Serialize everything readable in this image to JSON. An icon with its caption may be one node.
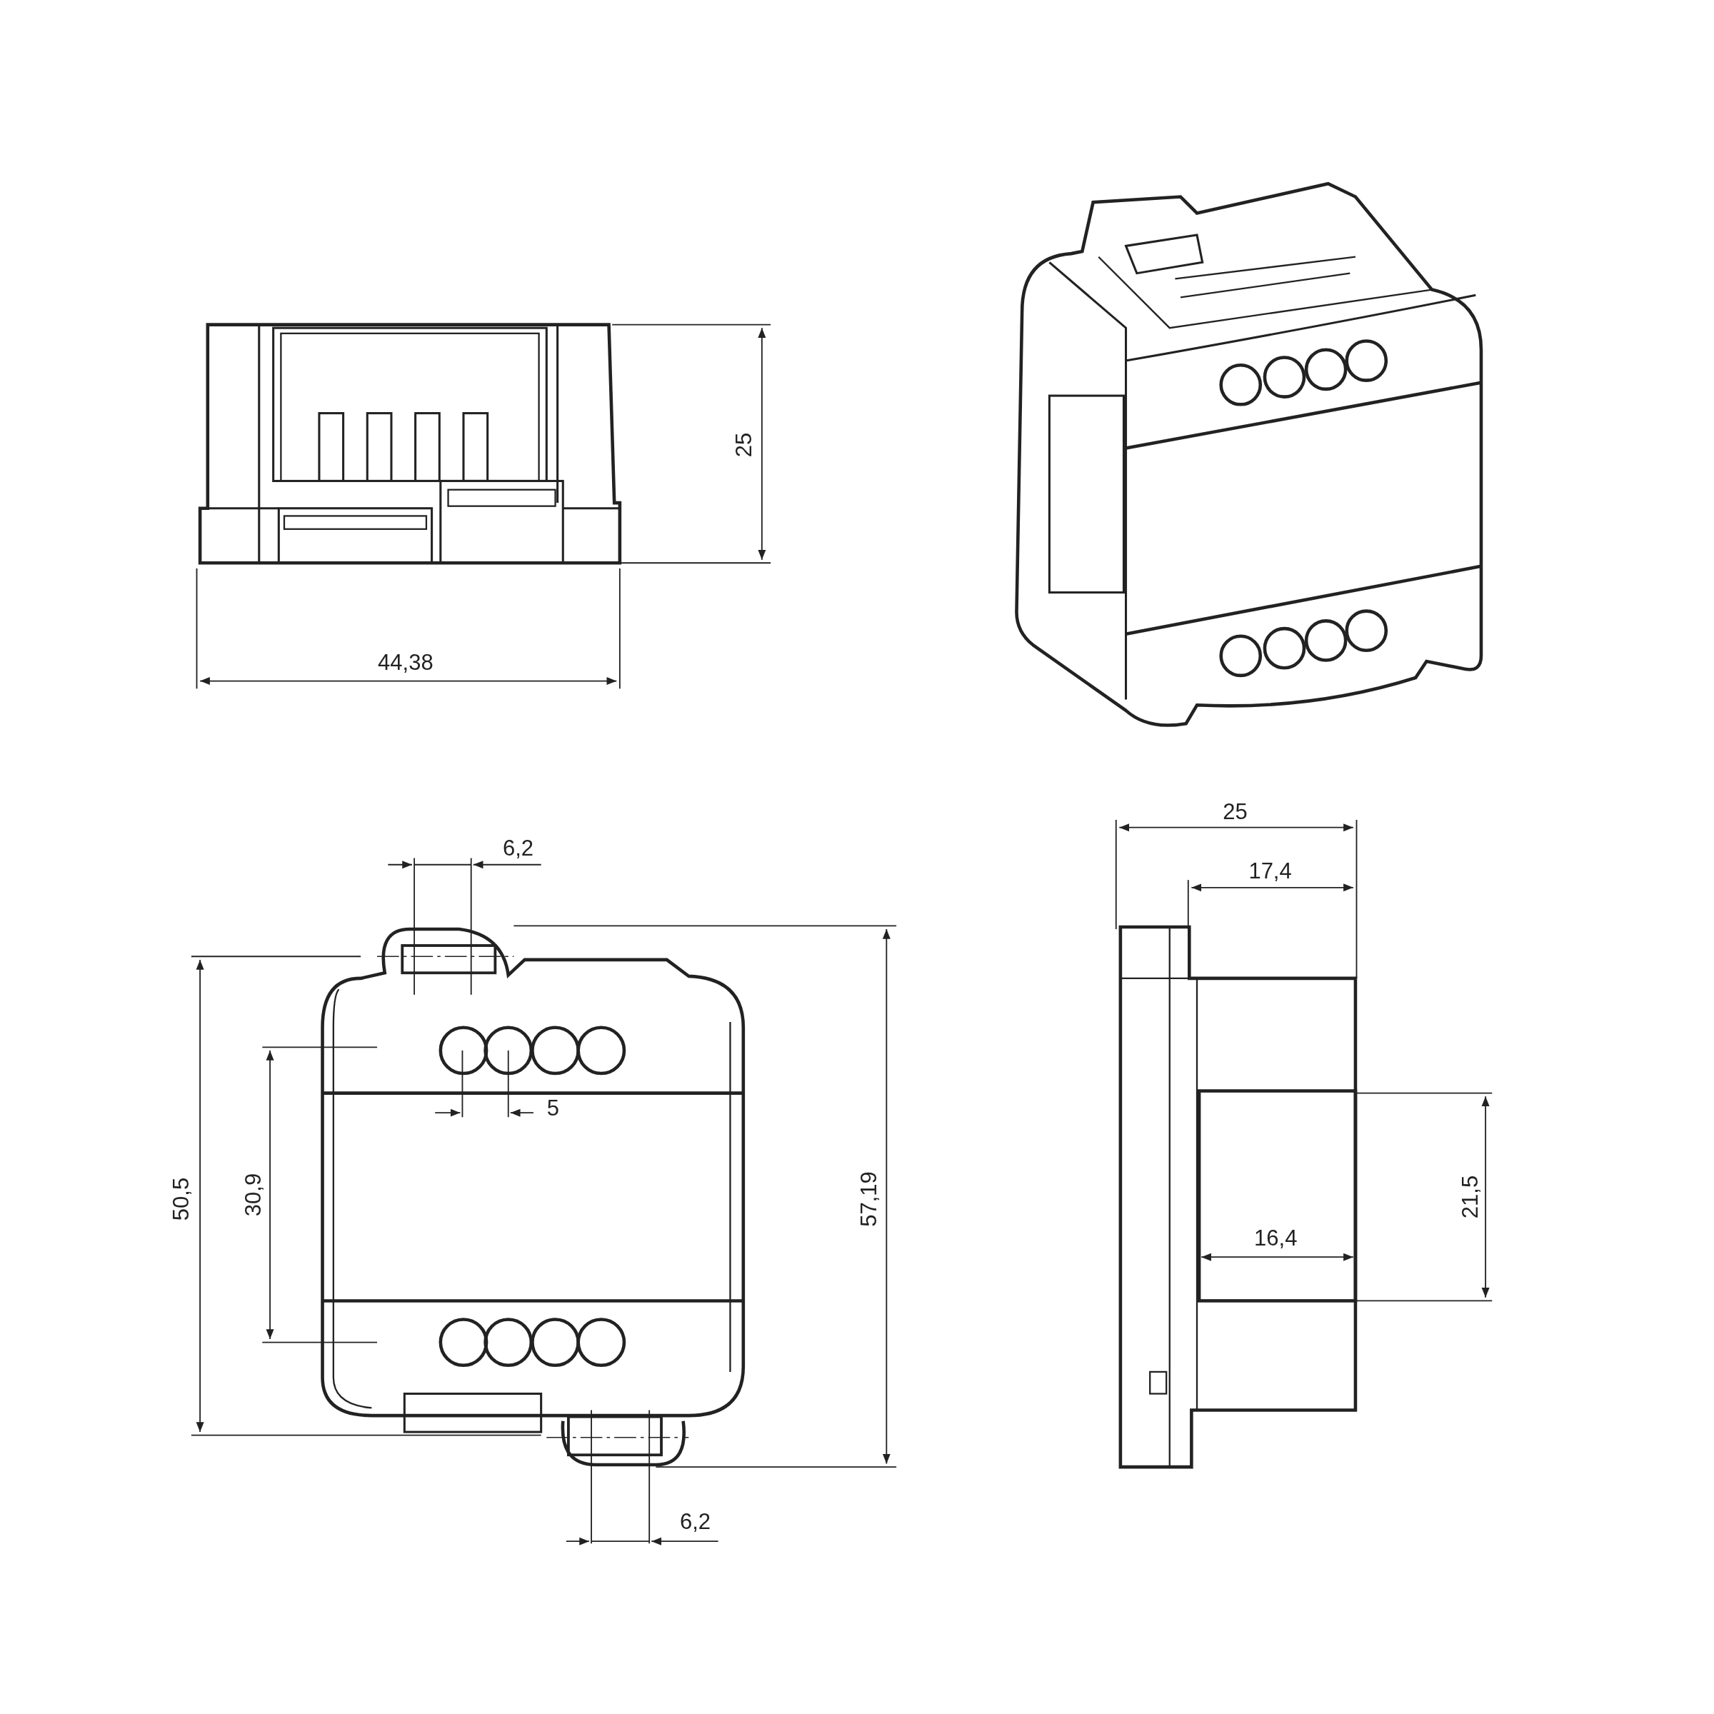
{
  "diagram": {
    "labels": [
      "25",
      "44,38",
      "6,2",
      "25",
      "17,4",
      "5",
      "50,5",
      "30,9",
      "57,19",
      "16,4",
      "21,5",
      "6,2"
    ]
  }
}
